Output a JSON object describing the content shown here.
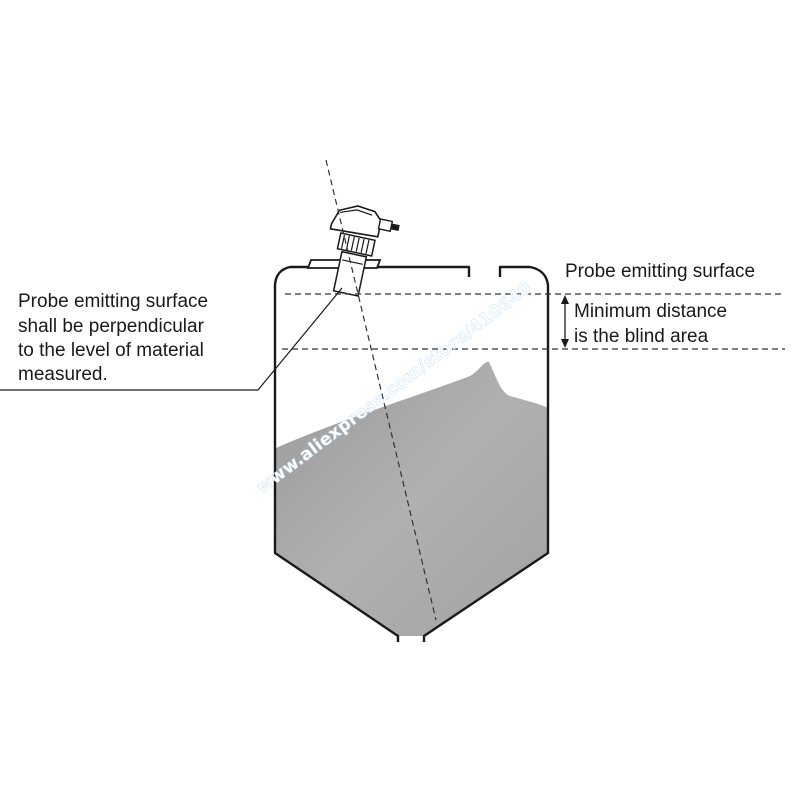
{
  "labels": {
    "probe_surface_right": "Probe emitting surface",
    "blind_area_line1": "Minimum distance",
    "blind_area_line2": "is the blind area",
    "note_line1": "Probe emitting surface",
    "note_line2": "shall be perpendicular",
    "note_line3": "to the level of material",
    "note_line4": "measured."
  },
  "watermark": {
    "text": "www.aliexpress.com/store/410640"
  },
  "colors": {
    "outline": "#1a1a1a",
    "material_fill": "#a8a8a8",
    "watermark_stroke": "#cfe4f5"
  }
}
